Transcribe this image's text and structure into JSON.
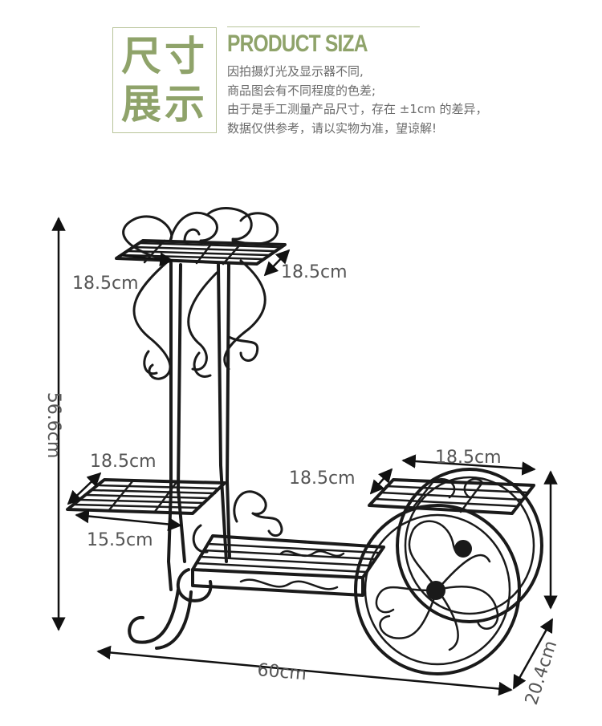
{
  "header": {
    "title_line1": "尺寸",
    "title_line2": "展示",
    "product_title": "PRODUCT SIZA",
    "notes": [
      "因拍摄灯光及显示器不同,",
      "商品图会有不同程度的色差;",
      "由于是手工测量产品尺寸，存在 ±1cm 的差异，",
      "数据仅供参考，请以实物为准，望谅解!"
    ]
  },
  "dimensions": {
    "top_left_width": "18.5cm",
    "top_depth": "18.5cm",
    "total_height": "56.6cm",
    "left_shelf_depth": "18.5cm",
    "left_shelf_width": "15.5cm",
    "cart_shelf_depth": "18.5cm",
    "cart_shelf_width": "18.5cm",
    "total_length": "60cm",
    "total_depth": "20.4cm"
  },
  "colors": {
    "accent_green": "#8fa36a",
    "text_gray": "#6b6b6b",
    "metal": "#1a1a1a"
  }
}
